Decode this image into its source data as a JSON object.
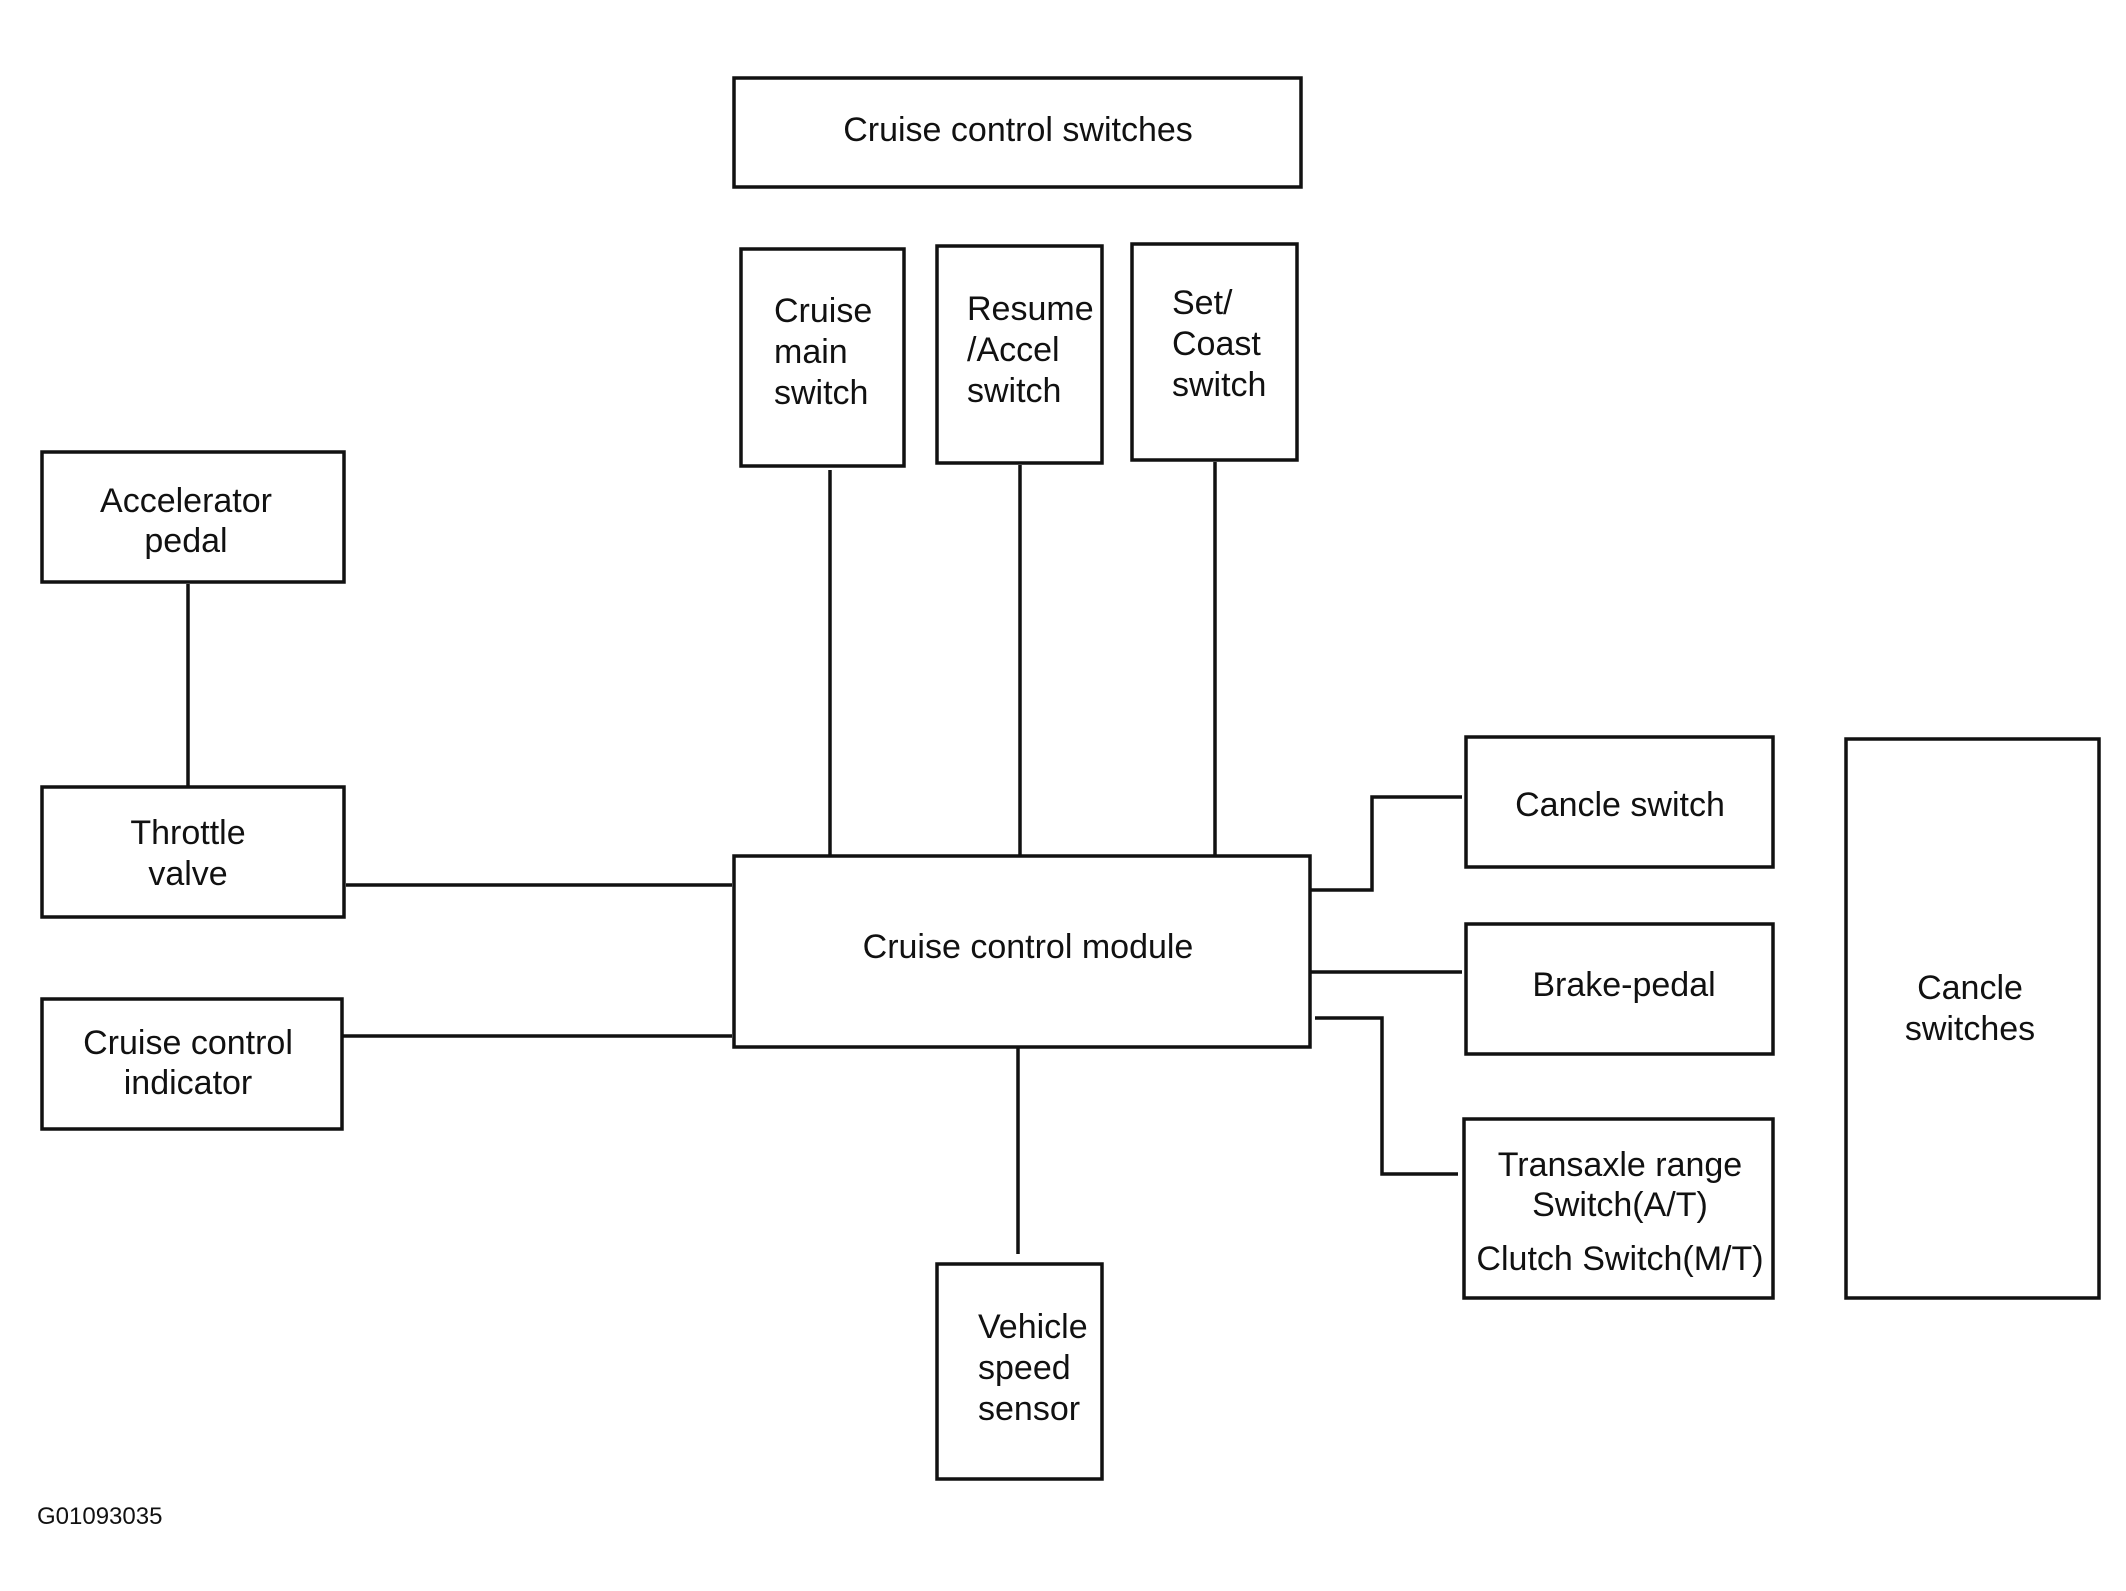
{
  "boxes": {
    "cruise_control_switches": [
      "Cruise control switches"
    ],
    "cruise_main_switch": [
      "Cruise",
      "main",
      "switch"
    ],
    "resume_accel_switch": [
      "Resume",
      "/Accel",
      "switch"
    ],
    "set_coast_switch": [
      "Set/",
      "Coast",
      "switch"
    ],
    "accelerator_pedal": [
      "Accelerator",
      "pedal"
    ],
    "throttle_valve": [
      "Throttle",
      "valve"
    ],
    "cruise_control_indicator": [
      "Cruise control",
      "indicator"
    ],
    "cruise_control_module": [
      "Cruise control module"
    ],
    "cancle_switch": [
      "Cancle switch"
    ],
    "brake_pedal": [
      "Brake-pedal"
    ],
    "transaxle_range": [
      "Transaxle range",
      "Switch(A/T)",
      "Clutch Switch(M/T)"
    ],
    "cancle_switches": [
      "Cancle",
      "switches"
    ],
    "vehicle_speed_sensor": [
      "Vehicle",
      "speed",
      "sensor"
    ]
  },
  "figure_code": "G01093035"
}
